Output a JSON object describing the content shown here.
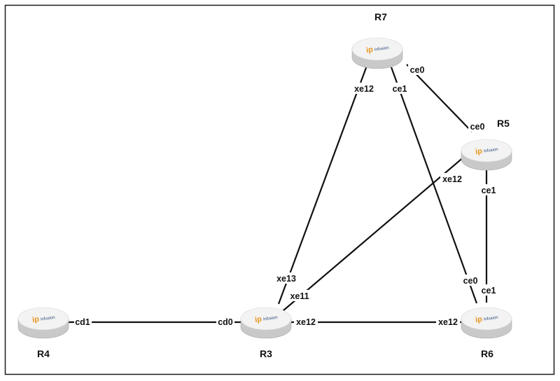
{
  "colors": {
    "frame": "#1a1a1a",
    "link": "#111111",
    "router_top": "#f3f3f3",
    "router_side": "#c9c9c9",
    "logo_ip": "#e8941a",
    "logo_text": "#2f4b7c"
  },
  "logo": {
    "mark": "ip",
    "word": "infusion"
  },
  "routers": {
    "R7": {
      "name": "R7",
      "icon": "router-icon"
    },
    "R5": {
      "name": "R5",
      "icon": "router-icon"
    },
    "R4": {
      "name": "R4",
      "icon": "router-icon"
    },
    "R3": {
      "name": "R3",
      "icon": "router-icon"
    },
    "R6": {
      "name": "R6",
      "icon": "router-icon"
    }
  },
  "links": [
    {
      "id": "r4-r3",
      "a": "R4",
      "b": "R3",
      "a_port": "cd1",
      "b_port": "cd0"
    },
    {
      "id": "r3-r6",
      "a": "R3",
      "b": "R6",
      "a_port": "xe12",
      "b_port": "xe12"
    },
    {
      "id": "r3-r7",
      "a": "R3",
      "b": "R7",
      "a_port": "xe13",
      "b_port": "xe12"
    },
    {
      "id": "r3-r5",
      "a": "R3",
      "b": "R5",
      "a_port": "xe11",
      "b_port": "xe12"
    },
    {
      "id": "r7-r6",
      "a": "R7",
      "b": "R6",
      "a_port": "ce1",
      "b_port": "ce0"
    },
    {
      "id": "r7-r5",
      "a": "R7",
      "b": "R5",
      "a_port": "ce0",
      "b_port": "ce0"
    },
    {
      "id": "r5-r6",
      "a": "R5",
      "b": "R6",
      "a_port": "ce1",
      "b_port": "ce1"
    }
  ]
}
